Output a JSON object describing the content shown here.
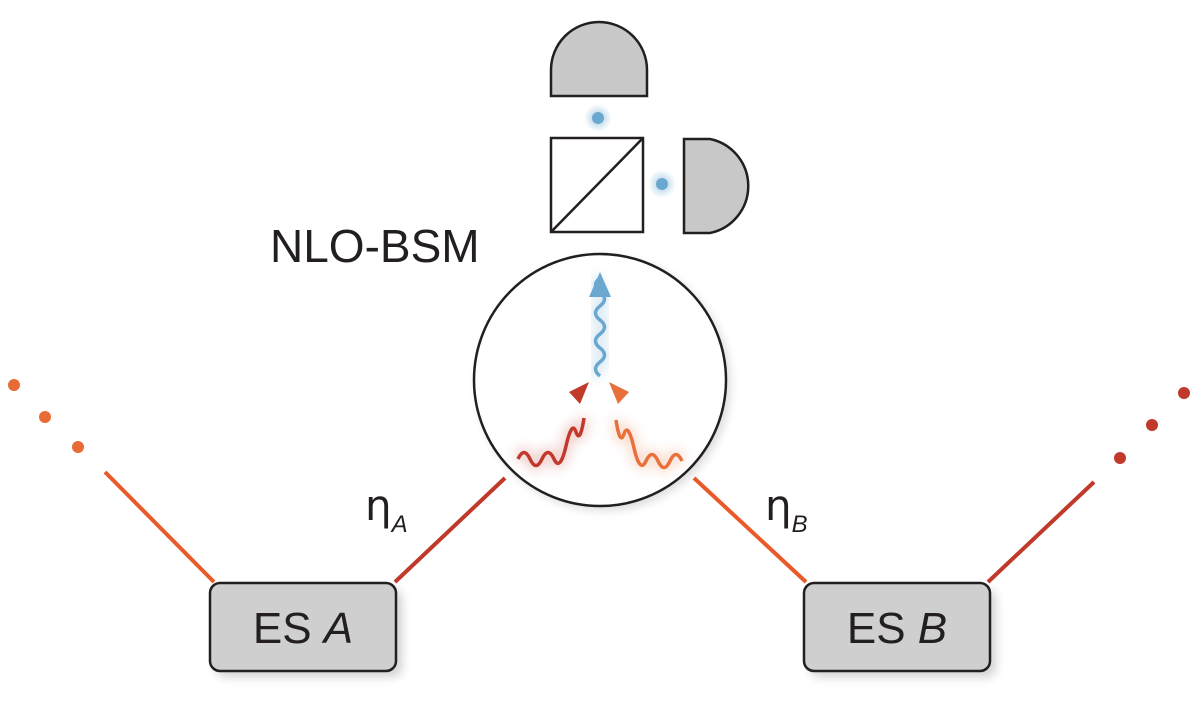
{
  "diagram": {
    "nlo_label": "NLO-BSM",
    "station_a": {
      "prefix": "ES ",
      "letter": "A"
    },
    "station_b": {
      "prefix": "ES ",
      "letter": "B"
    },
    "eta_a": {
      "symbol": "η",
      "subscript": "A"
    },
    "eta_b": {
      "symbol": "η",
      "subscript": "B"
    }
  },
  "colors": {
    "line_left": "#e85a2a",
    "line_red": "#c0392b",
    "photon_red": "#c0392b",
    "photon_orange": "#e8703a",
    "photon_blue": "#6aa8d0",
    "detector_fill": "#c8c8c8",
    "box_fill": "#cfcfcf",
    "dots_left": "#e86a35",
    "dots_right": "#c0392b"
  },
  "icons": {
    "detector": "photodetector-icon",
    "beamsplitter": "beam-splitter-icon"
  }
}
